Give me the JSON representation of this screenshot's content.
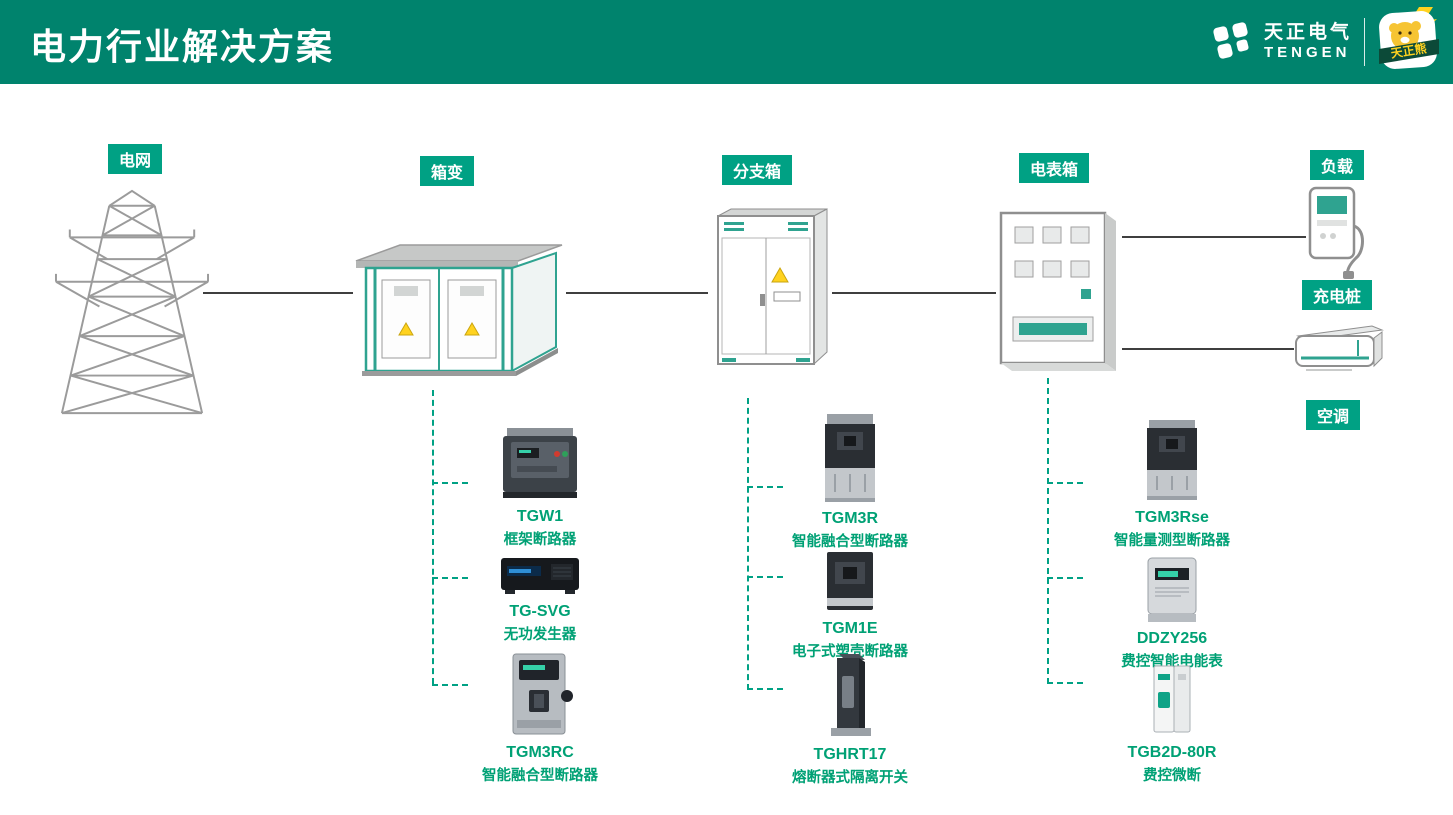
{
  "header": {
    "title": "电力行业解决方案",
    "brand_cn": "天正电气",
    "brand_en": "TENGEN",
    "mascot": "天正熊"
  },
  "nodes": {
    "grid": {
      "label": "电网"
    },
    "transformer": {
      "label": "箱变"
    },
    "branch": {
      "label": "分支箱"
    },
    "meter": {
      "label": "电表箱"
    },
    "load": {
      "label": "负载"
    },
    "charger": {
      "label": "充电桩"
    },
    "ac": {
      "label": "空调"
    }
  },
  "products": {
    "transformer": [
      {
        "model": "TGW1",
        "desc": "框架断路器"
      },
      {
        "model": "TG-SVG",
        "desc": "无功发生器"
      },
      {
        "model": "TGM3RC",
        "desc": "智能融合型断路器"
      }
    ],
    "branch": [
      {
        "model": "TGM3R",
        "desc": "智能融合型断路器"
      },
      {
        "model": "TGM1E",
        "desc": "电子式塑壳断路器"
      },
      {
        "model": "TGHRT17",
        "desc": "熔断器式隔离开关"
      }
    ],
    "meter": [
      {
        "model": "TGM3Rse",
        "desc": "智能量测型断路器"
      },
      {
        "model": "DDZY256",
        "desc": "费控智能电能表"
      },
      {
        "model": "TGB2D-80R",
        "desc": "费控微断"
      }
    ]
  },
  "colors": {
    "header_bg": "#00836D",
    "accent_green": "#00A184",
    "product_text": "#00A175",
    "line": "#3F3F3F",
    "warning_yellow": "#FFD21F"
  }
}
